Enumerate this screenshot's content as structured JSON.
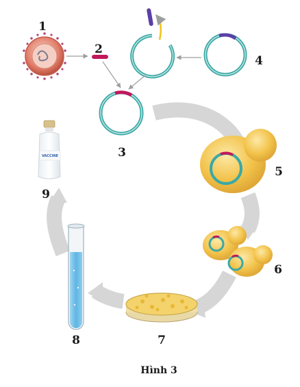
{
  "figure": {
    "caption": "Hình 3",
    "steps": [
      "1",
      "2",
      "3",
      "4",
      "5",
      "6",
      "7",
      "8",
      "9"
    ],
    "vaccine_label": "VACCINE"
  },
  "colors": {
    "plasmid": "#3aa9a6",
    "insert": "#c2185b",
    "cut_segment": "#5b3fa6",
    "yeast": "#f2c24a",
    "virus": "#e27d6a",
    "cycle_arrow": "#d9d9d9",
    "tube_liquid": "#7ec8ec"
  }
}
